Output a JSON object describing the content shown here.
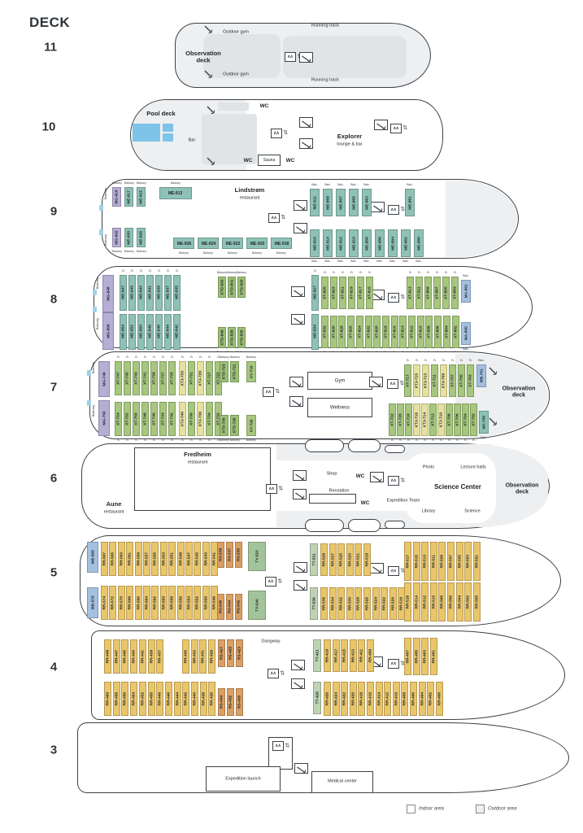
{
  "header": {
    "deck_column_title": "DECK"
  },
  "legend": {
    "indoor": "Indoor area",
    "outdoor": "Outdoor area"
  },
  "palette": {
    "outline": "#3c4146",
    "outdoor_area": "#edeff1",
    "indoor_area": "#ffffff",
    "inner_structure": "#e0e4e7",
    "pool": "#7ec3e8",
    "window": "#9fd0e8"
  },
  "grade_colors": {
    "MG": "#b7aed6",
    "ME": "#8ec2b7",
    "MF": "#8ec2b7",
    "MB": "#a3c0df",
    "MA": "#a3c0df",
    "XT": "#a6c77d",
    "XTD": "#9cc175",
    "XTJ": "#e6e19e",
    "XY": "#a6c77d",
    "RR": "#eac66b",
    "RS": "#db9f63",
    "TT": "#bed3b4",
    "TY": "#a3c49a"
  },
  "decks": [
    {
      "number": "11",
      "labels": {
        "observation_deck": "Observation deck",
        "outdoor_gym_top": "Outdoor gym",
        "outdoor_gym_bottom": "Outdoor gym",
        "running_track_top": "Running track",
        "running_track_bottom": "Running track"
      },
      "icons": [
        "elevator-icon",
        "stairs-icon",
        "stairs-tick-icon",
        "stairs-tick-icon"
      ],
      "cabin_groups": []
    },
    {
      "number": "10",
      "labels": {
        "pool_deck": "Pool deck",
        "bar": "Bar",
        "wc_top": "WC",
        "wc_bottom_left": "WC",
        "sauna": "Sauna",
        "wc_bottom_right": "WC",
        "explorer": "Explorer",
        "explorer_sub": "lounge & bar"
      },
      "icons": [
        "stairs-tick-icon",
        "stairs-tick-icon",
        "elevator-icon",
        "stairs-icon",
        "stairs-icon",
        "stairs-icon",
        "elevator-icon"
      ],
      "cabin_groups": []
    },
    {
      "number": "9",
      "labels": {
        "lindstrom": "Lindstrøm",
        "lindstrom_sub": "restaurant",
        "balcony_port": "Balcony",
        "balcony_starboard": "Balcony"
      },
      "icons": [
        "elevator-icon",
        "stairs-icon",
        "stairs-icon",
        "stairs-icon",
        "elevator-icon"
      ],
      "cabin_groups": [
        {
          "cabins": "MG-919 ME-917 ME-915",
          "balcony": "Balcony"
        },
        {
          "cabins": "ME-913",
          "balcony": "Balcony"
        },
        {
          "cabins": "ME-911 ME-909 ME-907 ME-905 ME-903",
          "balcony": "Balc."
        },
        {
          "cabins": "ME-901",
          "balcony": "Balc."
        },
        {
          "cabins": "MG-932 ME-930 ME-928",
          "balcony": "Balcony"
        },
        {
          "cabins": "ME-926 ME-924 ME-922 ME-920 ME-918",
          "balcony": "Balcony"
        },
        {
          "cabins": "ME-916 ME-914 ME-912 ME-910 ME-908 ME-906 ME-904 ME-902 ME-900",
          "balcony": "Balc."
        }
      ]
    },
    {
      "number": "8",
      "labels": {
        "balcony_port": "Balcony",
        "balcony_starboard": "Balcony"
      },
      "icons": [
        "stairs-icon",
        "stairs-icon",
        "stairs-icon",
        "elevator-icon"
      ],
      "cabin_groups": [
        {
          "cabins": "MG-849",
          "balcony": null
        },
        {
          "cabins": "ME-847 ME-845 ME-843 ME-841 ME-839 ME-837 ME-835",
          "balcony": "B."
        },
        {
          "cabins": "XTD-833 XTD-831 XTD-829",
          "balcony": "Balcony"
        },
        {
          "cabins": "ME-827",
          "balcony": "B."
        },
        {
          "cabins": "XT-825 XT-823 XT-821 XT-819 XT-817 XT-815",
          "balcony": "B."
        },
        {
          "cabins": "XT-813 XT-811 XT-809 XT-807 XT-805 XT-803",
          "balcony": "B."
        },
        {
          "cabins": "MA-801",
          "balcony": "Balc."
        },
        {
          "cabins": "MG-856",
          "balcony": null
        },
        {
          "cabins": "ME-854 ME-852 ME-850 ME-848 ME-846 ME-844 ME-842",
          "balcony": "B."
        },
        {
          "cabins": "XTD-840 XTD-838 XTD-836",
          "balcony": "Balcony"
        },
        {
          "cabins": "ME-834",
          "balcony": "B."
        },
        {
          "cabins": "XT-832 XT-830 XT-828 XT-826 XT-824 XT-822 XT-820 XT-818 XT-816 XT-814 XT-812 XT-810 XT-808 XT-806 XT-804 XT-802",
          "balcony": "B."
        },
        {
          "cabins": "MA-800",
          "balcony": "Balc."
        }
      ]
    },
    {
      "number": "7",
      "labels": {
        "gym": "Gym",
        "wellness": "Wellness",
        "observation_deck": "Observation deck",
        "balcony_port": "Balcony",
        "balcony_starboard": "Balcony"
      },
      "icons": [
        "elevator-icon",
        "stairs-icon",
        "stairs-icon",
        "stairs-icon",
        "elevator-icon",
        "stairs-tick-icon",
        "stairs-tick-icon"
      ],
      "cabin_groups": [
        {
          "cabins": "MG-749",
          "balcony": null
        },
        {
          "cabins": "XT-747 XT-745 XT-743 XT-741 XT-739 XT-737 XT-735",
          "balcony": "B."
        },
        {
          "cabins": "XTJ-733 XT-731 XTJ-729 XT-727 XT-725",
          "balcony": "B."
        },
        {
          "cabins": "XTD-723 XTD-721",
          "balcony": "Balcony"
        },
        {
          "cabins": "XY-719",
          "balcony": "Balcony"
        },
        {
          "cabins": "XT-717 XTJ-715 XTJ-713 XT-711 XTJ-709 XT-707 XT-705 XT-703",
          "balcony": "B."
        },
        {
          "cabins": "MB-701",
          "balcony": "Balc."
        },
        {
          "cabins": "MG-756",
          "balcony": null
        },
        {
          "cabins": "XT-754 XT-752 XT-750 XT-748 XT-746 XT-744 XT-742",
          "balcony": "B."
        },
        {
          "cabins": "XTJ-740 XT-738 XTJ-736 XT-734 XT-732",
          "balcony": "B."
        },
        {
          "cabins": "XTD-730 XTD-728",
          "balcony": "Balcony"
        },
        {
          "cabins": "XY-726",
          "balcony": "Balcony"
        },
        {
          "cabins": "XT-722 XT-720 XT-718 XTJ-716 XTJ-714 XT-712 XTJ-710 XT-708 XT-706 XT-704 XT-702",
          "balcony": "B."
        },
        {
          "cabins": "MF-700",
          "balcony": "Balc."
        }
      ]
    },
    {
      "number": "6",
      "labels": {
        "fredheim": "Fredheim",
        "fredheim_sub": "restaurant",
        "aune": "Aune",
        "aune_sub": "restaurant",
        "shop": "Shop",
        "wc_shop": "WC",
        "reception": "Reception",
        "wc_reception": "WC",
        "expedition_team": "Expedition Team",
        "photo": "Photo",
        "lecture_halls": "Lecture halls",
        "science_center": "Science Center",
        "library": "Library",
        "science": "Science",
        "observation_deck": "Observation deck"
      },
      "icons": [
        "elevator-icon",
        "stairs-icon",
        "stairs-icon",
        "stairs-icon",
        "elevator-icon"
      ],
      "cabin_groups": []
    },
    {
      "number": "5",
      "labels": {},
      "icons": [
        "elevator-icon",
        "stairs-icon",
        "stairs-icon",
        "stairs-icon",
        "elevator-icon"
      ],
      "cabin_groups": [
        {
          "cabins": "MB-569",
          "balcony": null
        },
        {
          "cabins": "RR-567 RR-565 RR-563 RR-561 RR-559 RR-557 RR-555 RR-553 RR-551 RR-549 RR-547 RR-545 RR-543 RR-541",
          "balcony": null
        },
        {
          "cabins": "RS-539 RS-537 RS-535",
          "balcony": null
        },
        {
          "cabins": "TY-533",
          "balcony": null
        },
        {
          "cabins": "TT-531",
          "balcony": null
        },
        {
          "cabins": "RR-529 RR-527 RR-525 RR-523 RR-521 RR-519",
          "balcony": null
        },
        {
          "cabins": "RR-517 RR-515 RR-513 RR-511 RR-509 RR-507 RR-505 RR-503 RR-501",
          "balcony": null
        },
        {
          "cabins": "MB-576",
          "balcony": null
        },
        {
          "cabins": "RR-574 RR-572 RR-570 RR-568 RR-566 RR-564 RR-562 RR-560 RR-558 RR-556 RR-554 RR-552 RR-550 RR-548",
          "balcony": null
        },
        {
          "cabins": "RS-546 RS-544 RS-542",
          "balcony": null
        },
        {
          "cabins": "TY-540",
          "balcony": null
        },
        {
          "cabins": "TT-538",
          "balcony": null
        },
        {
          "cabins": "RR-536 RR-534 RR-532 RR-530 RR-528 RR-526 RR-524 RR-522 RR-520 RR-518",
          "balcony": null
        },
        {
          "cabins": "RR-516 RR-514 RR-512 RR-510 RR-508 RR-506 RR-504 RR-502 RR-500",
          "balcony": null
        }
      ]
    },
    {
      "number": "4",
      "labels": {
        "gangway": "Gangway"
      },
      "icons": [
        "elevator-icon",
        "stairs-icon",
        "stairs-icon",
        "stairs-icon",
        "elevator-icon"
      ],
      "cabin_groups": [
        {
          "cabins": "RR-449 RR-447 RR-445 RR-443 RR-441 RR-439 RR-437",
          "balcony": null
        },
        {
          "cabins": "RR-435 RR-433 RR-431 RR-429",
          "balcony": null
        },
        {
          "cabins": "RS-427 RS-425 RS-423",
          "balcony": null
        },
        {
          "cabins": "TT-421",
          "balcony": null
        },
        {
          "cabins": "RR-419 RR-417 RR-415 RR-413 RR-411 RR-409",
          "balcony": null
        },
        {
          "cabins": "RR-407 RR-405 RR-403 RR-401",
          "balcony": null
        },
        {
          "cabins": "RR-460 RR-458 RR-456 RR-454 RR-452 RR-450 RR-448 RR-446 RR-444 RR-442 RR-440 RR-438 RR-436",
          "balcony": null
        },
        {
          "cabins": "RS-434 RS-432 RS-430",
          "balcony": null
        },
        {
          "cabins": "TT-428",
          "balcony": null
        },
        {
          "cabins": "RR-426 RR-424 RR-422 RR-420 RR-418 RR-416 RR-414 RR-412 RR-410 RR-408 RR-406 RR-404 RR-402 RR-400",
          "balcony": null
        }
      ]
    },
    {
      "number": "3",
      "labels": {
        "expedition_launch": "Expedition launch",
        "medical_center": "Medical center"
      },
      "icons": [
        "elevator-icon",
        "stairs-icon"
      ],
      "cabin_groups": []
    }
  ]
}
